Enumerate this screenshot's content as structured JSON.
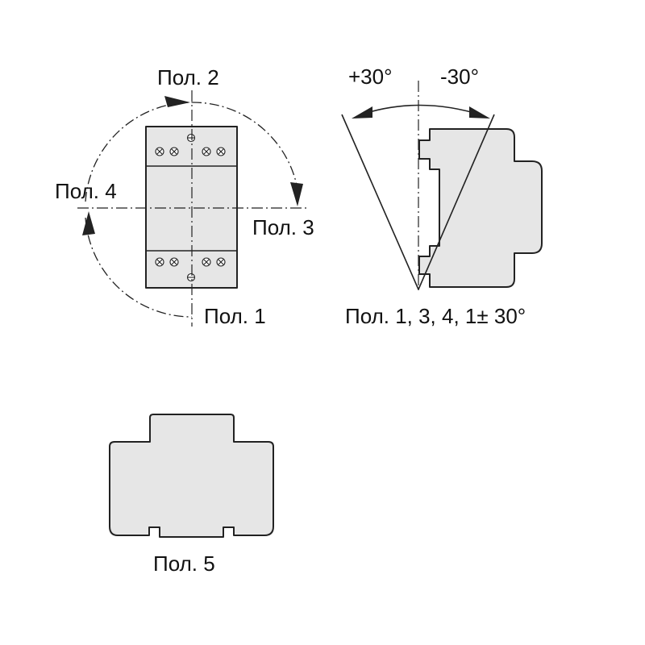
{
  "labels": {
    "pos2": "Пол. 2",
    "pos4": "Пол. 4",
    "pos3": "Пол. 3",
    "pos1": "Пол. 1",
    "plus30": "+30°",
    "minus30": "-30°",
    "tilt": "Пол. 1, 3, 4, 1± 30°",
    "pos5": "Пол. 5"
  },
  "colors": {
    "body_fill": "#e6e6e6",
    "outline": "#222222",
    "front_fill": "#e6e6e6"
  }
}
